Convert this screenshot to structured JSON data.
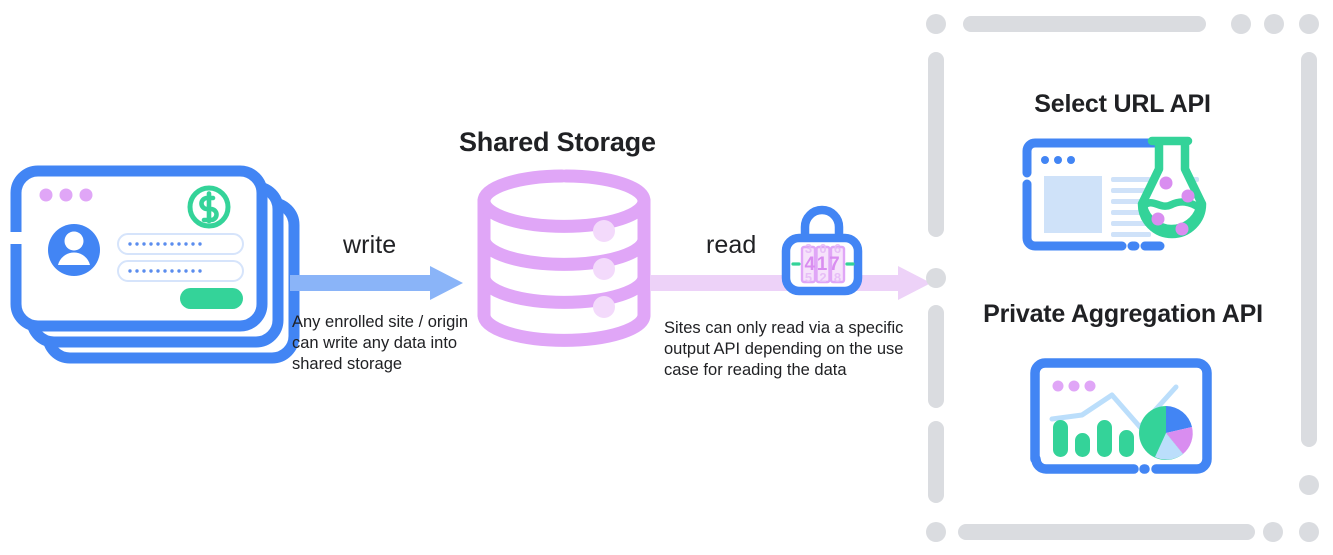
{
  "diagram": {
    "title_shared_storage": "Shared Storage",
    "flow": {
      "write": {
        "label": "write",
        "caption": "Any enrolled site / origin can write any data into shared storage",
        "arrow_color": "#8AB4F8"
      },
      "read": {
        "label": "read",
        "caption": "Sites can only read via a specific output API depending on the use case for reading the data",
        "arrow_color": "#EDD2F8"
      }
    },
    "lock": {
      "icon_name": "combination-lock-icon",
      "code": "417",
      "body_color": "#4285F4",
      "digit_color": "#E0A6F7"
    },
    "site_stack": {
      "icon_name": "website-cards-stack-icon",
      "card_count": 3,
      "dots": 3,
      "badge_icon": "dollar-coin-icon",
      "field_count": 2,
      "submit_button_color": "#34D399",
      "outline_color": "#4285F4"
    },
    "storage": {
      "icon_name": "database-cylinder-icon",
      "color": "#E0A6F7",
      "tiers": 3
    },
    "output_apis_panel": {
      "border_style": "dashed-rounded",
      "border_color": "#dadce0",
      "items": [
        {
          "title": "Select URL API",
          "icon_name": "browser-with-flask-icon",
          "accent_color": "#34D399"
        },
        {
          "title": "Private Aggregation API",
          "icon_name": "browser-with-charts-icon",
          "accent_color": "#34D399"
        }
      ]
    },
    "palette": {
      "blue": "#4285F4",
      "light_blue": "#8AB4F8",
      "green": "#34D399",
      "purple": "#E0A6F7",
      "pale_purple": "#EDD2F8",
      "gray": "#dadce0",
      "ink": "#202124"
    }
  }
}
